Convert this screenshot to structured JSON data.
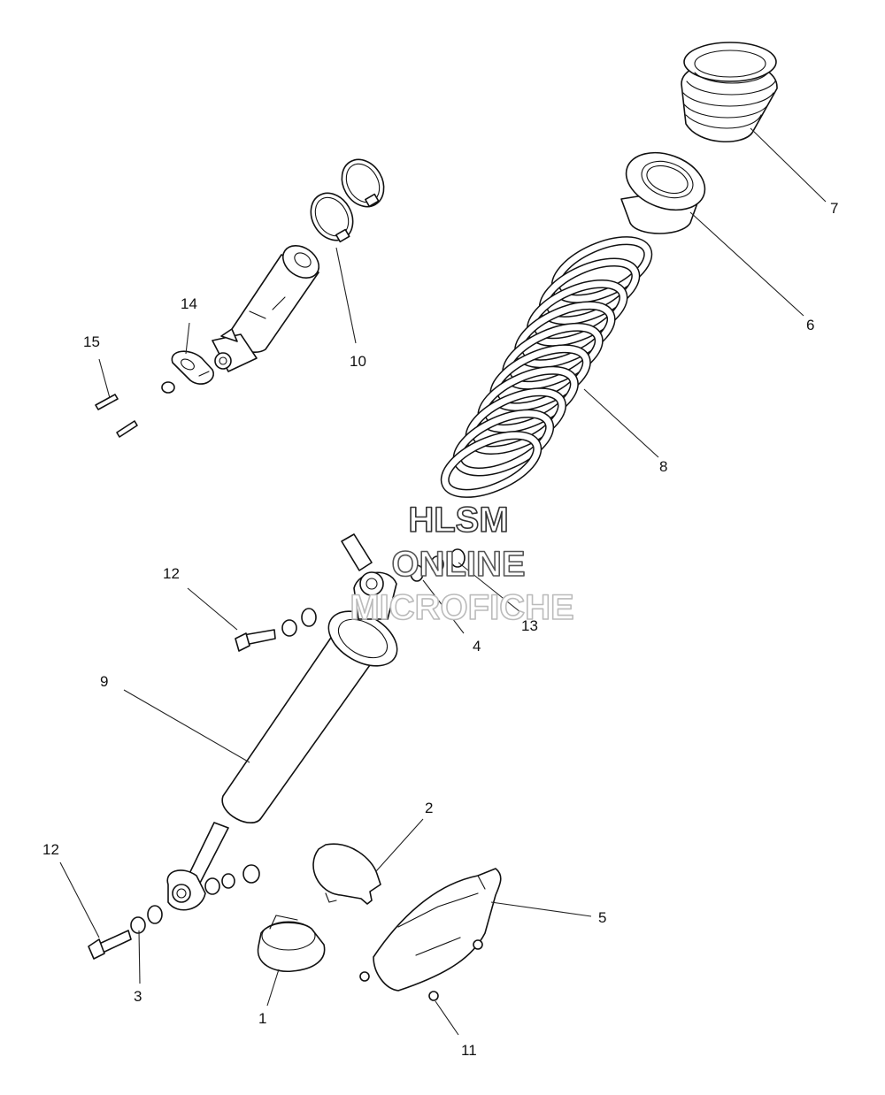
{
  "watermark": {
    "line1": "HLSM",
    "line2": "ONLINE",
    "line3": "MICROFICHE"
  },
  "callouts": [
    {
      "id": "1",
      "label": "1"
    },
    {
      "id": "2",
      "label": "2"
    },
    {
      "id": "3",
      "label": "3"
    },
    {
      "id": "4",
      "label": "4"
    },
    {
      "id": "5",
      "label": "5"
    },
    {
      "id": "6",
      "label": "6"
    },
    {
      "id": "7",
      "label": "7"
    },
    {
      "id": "8",
      "label": "8"
    },
    {
      "id": "9",
      "label": "9"
    },
    {
      "id": "10",
      "label": "10"
    },
    {
      "id": "11",
      "label": "11"
    },
    {
      "id": "12a",
      "label": "12"
    },
    {
      "id": "12b",
      "label": "12"
    },
    {
      "id": "13",
      "label": "13"
    },
    {
      "id": "14",
      "label": "14"
    },
    {
      "id": "15",
      "label": "15"
    }
  ]
}
